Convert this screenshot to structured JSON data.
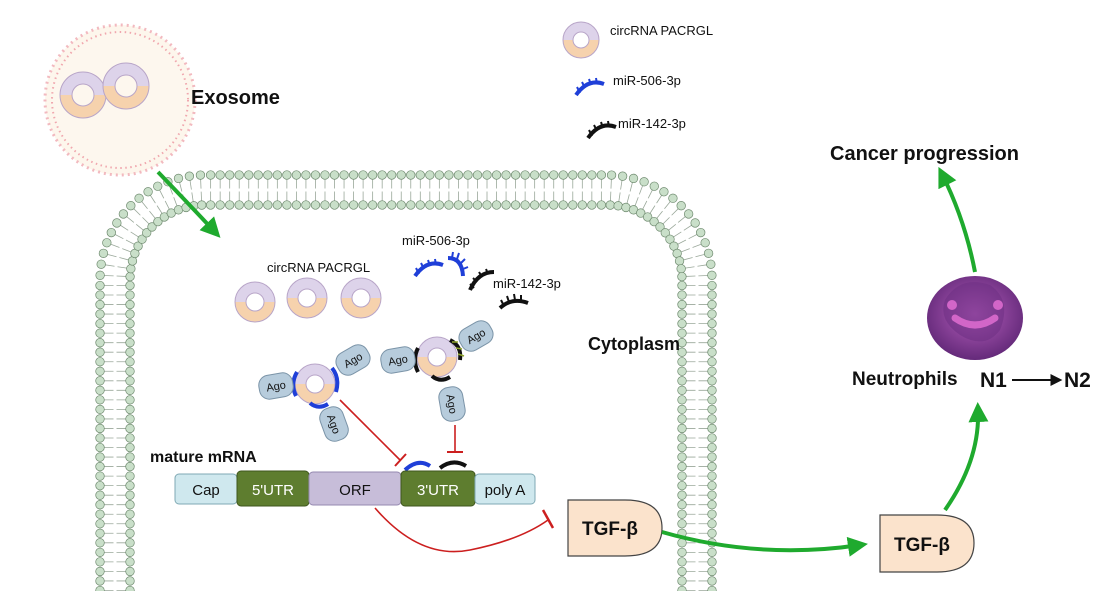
{
  "legend": {
    "circrna": "circRNA PACRGL",
    "mir506": "miR-506-3p",
    "mir142": "miR-142-3p"
  },
  "labels": {
    "exosome": "Exosome",
    "cytoplasm": "Cytoplasm",
    "circrna_in_cell": "circRNA PACRGL",
    "mir506_in_cell": "miR-506-3p",
    "mir142_in_cell": "miR-142-3p",
    "ago": "Ago",
    "mature_mrna": "mature mRNA",
    "cancer_progression": "Cancer progression",
    "neutrophils": "Neutrophils",
    "n1": "N1",
    "n2": "N2",
    "tgf_inside": "TGF-β",
    "tgf_outside": "TGF-β"
  },
  "mrna_segments": {
    "cap": "Cap",
    "utr5": "5'UTR",
    "orf": "ORF",
    "utr3": "3'UTR",
    "polya": "poly A"
  },
  "colors": {
    "arrow_green": "#1faa2e",
    "inhibit_red": "#cc1f1f",
    "mir506_blue": "#1f3fd8",
    "mir142_black": "#111111",
    "membrane_green": "#c9dfc9",
    "utr_green": "#5e7d2f",
    "orf_purple": "#c7bdd9",
    "cap_blue": "#cfe8ee",
    "tgf_peach": "#fbe3cc",
    "ago_blue": "#b7ccdc",
    "neutrophil_purple": "#8a3d9a"
  }
}
